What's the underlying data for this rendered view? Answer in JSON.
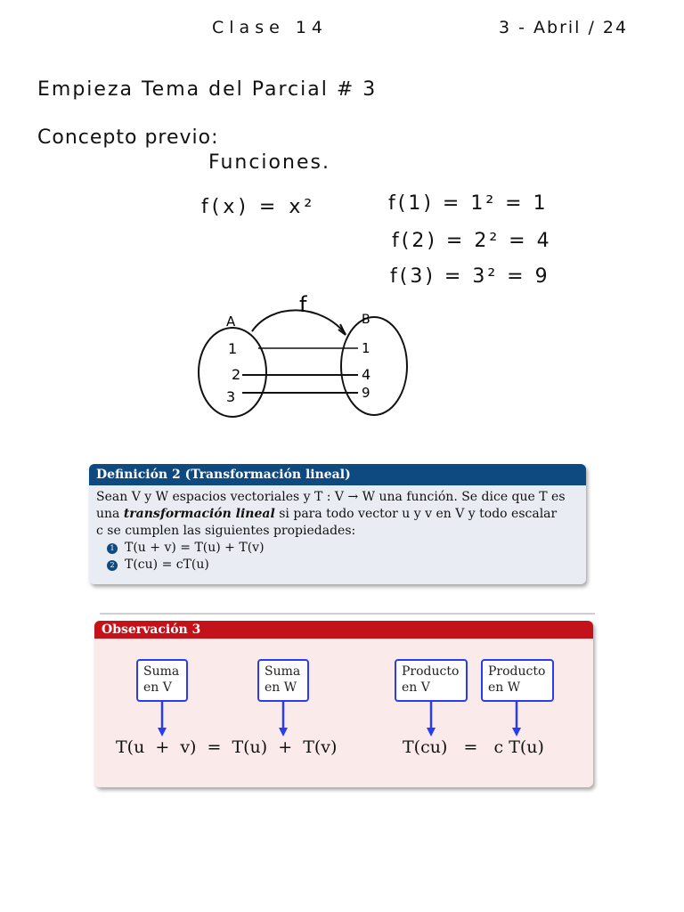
{
  "header": {
    "title": "Clase 14",
    "date": "3 - Abril / 24"
  },
  "notes": {
    "line1": "Empieza Tema del Parcial # 3",
    "line2": "Concepto previo:",
    "line3": "Funciones.",
    "function_def": "f(x) = x²",
    "examples": [
      "f(1) = 1² = 1",
      "f(2) = 2² = 4",
      "f(3) = 3² = 9"
    ]
  },
  "diagram": {
    "arrow_label": "f",
    "set_a": "A",
    "set_b": "B",
    "domain": [
      "1",
      "2",
      "3"
    ],
    "codomain": [
      "1",
      "4",
      "9"
    ]
  },
  "definition": {
    "title": "Definición 2 (Transformación lineal)",
    "text_1": "Sean V y W espacios vectoriales y T : V → W una función. Se dice que T es",
    "text_2a": "una ",
    "text_2b": "transformación lineal",
    "text_2c": " si para todo vector u y v en V y todo escalar",
    "text_3": "c se cumplen las siguientes propiedades:",
    "property_1": "T(u + v) = T(u) + T(v)",
    "property_2": "T(cu) = cT(u)"
  },
  "observation": {
    "title": "Observación 3",
    "labels": [
      {
        "line1": "Suma",
        "line2": "en V"
      },
      {
        "line1": "Suma",
        "line2": "en W"
      },
      {
        "line1": "Producto",
        "line2": "en V"
      },
      {
        "line1": "Producto",
        "line2": "en W"
      }
    ],
    "eq_left": "T(u + v) = T(u) + T(v)",
    "eq_right": "T(cu)   =   c T(u)"
  },
  "colors": {
    "def_header": "#0e4a80",
    "obs_header": "#c4121b",
    "arrow_blue": "#2a3cf0"
  }
}
